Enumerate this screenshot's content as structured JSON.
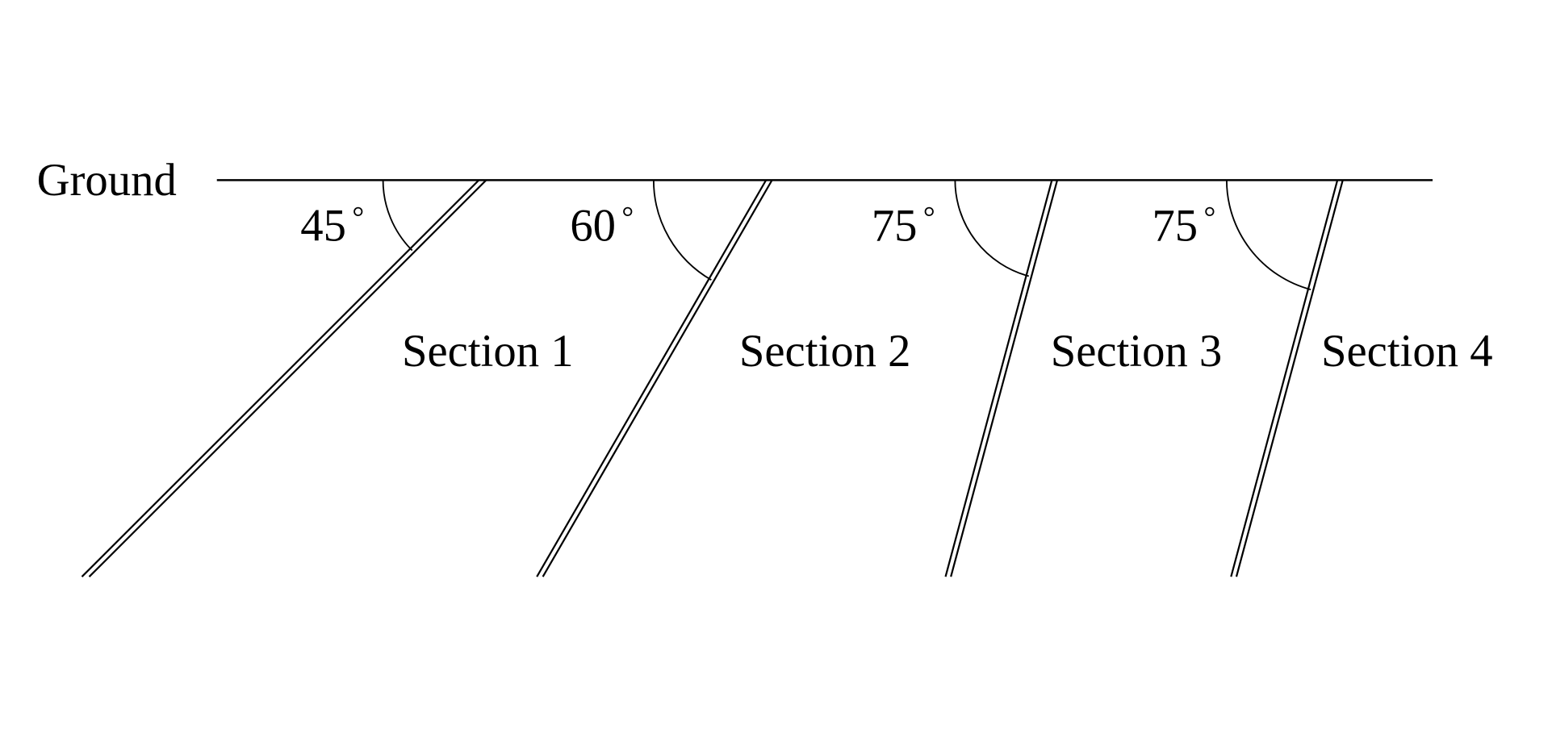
{
  "ground_label": "Ground",
  "degree_symbol": "°",
  "sections": [
    {
      "label": "Section 1",
      "angle": 45,
      "angle_label": "45"
    },
    {
      "label": "Section 2",
      "angle": 60,
      "angle_label": "60"
    },
    {
      "label": "Section 3",
      "angle": 75,
      "angle_label": "75"
    },
    {
      "label": "Section 4",
      "angle": 75,
      "angle_label": "75"
    }
  ],
  "colors": {
    "stroke": "#000000",
    "background": "#ffffff"
  }
}
